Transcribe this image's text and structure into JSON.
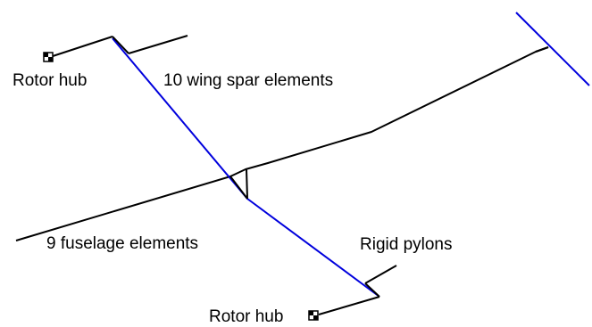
{
  "labels": {
    "rotor_hub_top": "Rotor hub",
    "wing_spar": "10 wing spar elements",
    "fuselage": "9 fuselage elements",
    "rigid_pylons": "Rigid pylons",
    "rotor_hub_bottom": "Rotor hub"
  },
  "colors": {
    "wing_spar_line": "#0000dd",
    "structure_line": "#000000",
    "background": "#ffffff"
  },
  "icons": {
    "rotor_hub_marker": "checkered-square-icon"
  }
}
